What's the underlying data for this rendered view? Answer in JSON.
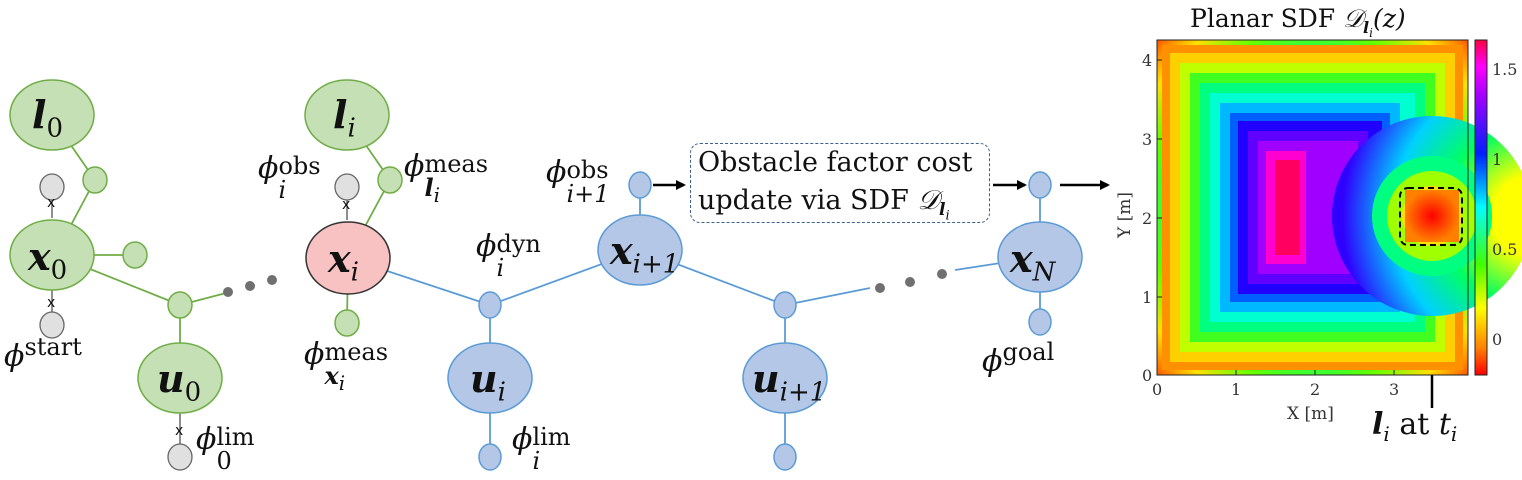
{
  "labels": {
    "l0": {
      "sym": "l",
      "sub": "0"
    },
    "li": {
      "sym": "l",
      "sub": "i"
    },
    "x0": {
      "sym": "x",
      "sub": "0"
    },
    "xi": {
      "sym": "x",
      "sub": "i"
    },
    "xi1": {
      "sym": "x",
      "sub": "i+1"
    },
    "xN": {
      "sym": "x",
      "sub": "N"
    },
    "u0": {
      "sym": "u",
      "sub": "0"
    },
    "ui": {
      "sym": "u",
      "sub": "i"
    },
    "ui1": {
      "sym": "u",
      "sub": "i+1"
    },
    "phi_start": {
      "sym": "ϕ",
      "sup": "start"
    },
    "phi_lim0": {
      "sym": "ϕ",
      "sub": "0",
      "sup": "lim"
    },
    "phi_obs_i": {
      "sym": "ϕ",
      "sub": "i",
      "sup": "obs"
    },
    "phi_meas_l": {
      "sym": "ϕ",
      "sub": "l",
      "subsub": "i",
      "sup": "meas"
    },
    "phi_meas_x": {
      "sym": "ϕ",
      "sub": "x",
      "subsub": "i",
      "sup": "meas"
    },
    "phi_dyn": {
      "sym": "ϕ",
      "sub": "i",
      "sup": "dyn"
    },
    "phi_obs_i1": {
      "sym": "ϕ",
      "sub": "i+1",
      "sup": "obs"
    },
    "phi_lim_i": {
      "sym": "ϕ",
      "sub": "i",
      "sup": "lim"
    },
    "phi_goal": {
      "sym": "ϕ",
      "sup": "goal"
    },
    "x_mark": "x"
  },
  "box": {
    "line1": "Obstacle factor cost",
    "line2_text": "update via SDF ",
    "line2_sym": "𝒟",
    "line2_sub": "l",
    "line2_subsub": "i"
  },
  "sdf": {
    "title_text": "Planar SDF ",
    "title_sym": "𝒟",
    "title_sub": "l",
    "title_subsub": "i",
    "title_arg": "(z)",
    "xlabel": "X [m]",
    "ylabel": "Y [m]",
    "xticks": [
      "0",
      "1",
      "2",
      "3"
    ],
    "yticks": [
      "0",
      "1",
      "2",
      "3",
      "4"
    ],
    "cbar_ticks": [
      "0",
      "0.5",
      "1",
      "1.5"
    ],
    "annot_sym": "l",
    "annot_sub": "i",
    "annot_at": "at",
    "annot_t": "t",
    "annot_tsub": "i"
  },
  "colors": {
    "green_fill": "#c5e0b4",
    "green_edge": "#70ad47",
    "blue_fill": "#b4c7e7",
    "blue_edge": "#5b9bd5",
    "red_fill": "#f8c2c2",
    "gray_fill": "#e0e0e0",
    "dot": "#707070"
  }
}
